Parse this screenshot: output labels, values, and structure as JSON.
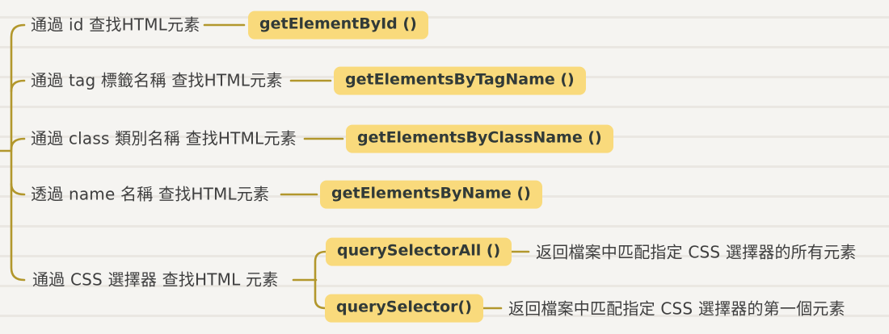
{
  "mindmap": {
    "branches": [
      {
        "label": "通過 id 查找HTML元素",
        "method": "getElementById ()"
      },
      {
        "label": "通過 tag 標籤名稱 查找HTML元素",
        "method": "getElementsByTagName ()"
      },
      {
        "label": "通過 class 類別名稱 查找HTML元素",
        "method": "getElementsByClassName ()"
      },
      {
        "label": "透過 name 名稱 查找HTML元素",
        "method": "getElementsByName ()"
      },
      {
        "label": "通過 CSS 選擇器 查找HTML 元素",
        "children": [
          {
            "method": "querySelectorAll ()",
            "description": "返回檔案中匹配指定 CSS 選擇器的所有元素"
          },
          {
            "method": "querySelector()",
            "description": "返回檔案中匹配指定 CSS 選擇器的第一個元素"
          }
        ]
      }
    ]
  },
  "colors": {
    "highlight": "#f9da7c",
    "connector": "#b2972c",
    "label_text": "#3e3e3e",
    "method_text": "#313a38",
    "background": "#f5f4f1"
  }
}
